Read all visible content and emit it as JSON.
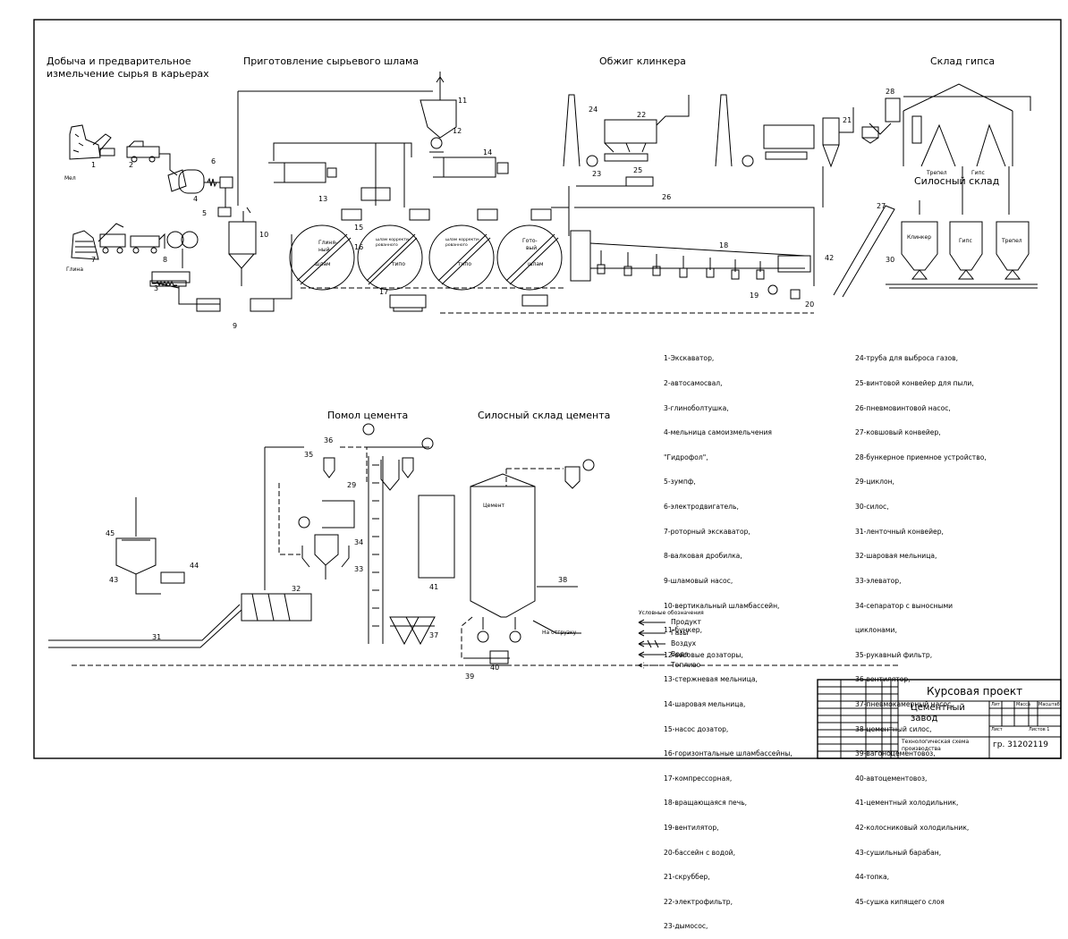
{
  "section_titles": {
    "mining_line1": "Добыча и предварительное",
    "mining_line2": "измельчение сырья в карьерах",
    "slurry_prep": "Приготовление сырьевого шлама",
    "clinker_firing": "Обжиг клинкера",
    "gypsum_store": "Склад гипса",
    "silo_store": "Силосный склад",
    "cement_grinding": "Помол цемента",
    "cement_silo_store": "Силосный склад цемента"
  },
  "small_labels": {
    "chalk": "Мел",
    "clay": "Глина",
    "clay_slurry_1": "Глиня-",
    "clay_slurry_2": "ный",
    "clay_slurry_3": "шлам",
    "basin2": "шлам корректи-рованного",
    "basin3": "шлам корректи-рованного",
    "tipo": "типо",
    "ready_1": "Гото-",
    "ready_2": "вый",
    "ready_3": "шлам",
    "tripoli": "Трепел",
    "gypsum": "Гипс",
    "clinker_silo": "Клинкер",
    "gypsum_silo": "Гипс",
    "tripoli_silo": "Трепел",
    "cement_silo": "Цемент",
    "to_shipping": "На отгрузку"
  },
  "legend_items": [
    "1-Экскаватор,",
    "2-автосамосвал,",
    "3-глиноболтушка,",
    "4-мельница самоизмельчения",
    "\"Гидрофол\",",
    "5-зумпф,",
    "6-электродвигатель,",
    "7-роторный экскаватор,",
    "8-валковая дробилка,",
    "9-шламовый насос,",
    "10-вертикальный шламбассейн,",
    "11-бункер,",
    "12-весовые дозаторы,",
    "13-стержневая мельница,",
    "14-шаровая мельница,",
    "15-насос дозатор,",
    "16-горизонтальные шламбассейны,",
    "17-компрессорная,",
    "18-вращающаяся печь,",
    "19-вентилятор,",
    "20-бассейн с водой,",
    "21-скруббер,",
    "22-электрофильтр,",
    "23-дымосос,",
    "24-труба для выброса газов,",
    "25-винтовой конвейер для пыли,",
    "26-пневмовинтовой насос,",
    "27-ковшовый конвейер,",
    "28-бункерное приемное устройство,",
    "29-циклон,",
    "30-силос,",
    "31-ленточный конвейер,",
    "32-шаровая мельница,",
    "33-элеватор,",
    "34-сепаратор с выносными",
    "циклонами,",
    "35-рукавный фильтр,",
    "36-вентилятор,",
    "37-пневмокамерный насос,",
    "38-цементный силос,",
    "39-вагоноцементовоз,",
    "40-автоцементовоз,",
    "41-цементный холодильник,",
    "42-колосниковый холодильник,",
    "43-сушильный барабан,",
    "44-топка,",
    "45-сушка кипящего слоя"
  ],
  "flow_legend": {
    "title": "Условные обозначения",
    "items": [
      "Продукт",
      "Газы",
      "Воздух",
      "Вода",
      "Топливо"
    ]
  },
  "title_block": {
    "project": "Курсовая проект",
    "subject_line1": "Цементный",
    "subject_line2": "завод",
    "drawing": "Технологическая схема производства",
    "group": "гр. 31202119",
    "cell_lit": "Лит",
    "cell_mass": "Масса",
    "cell_scale": "Масштаб",
    "cell_sheet": "Лист",
    "cell_sheets": "Листов 1"
  },
  "equipment_numbers": [
    "1",
    "2",
    "3",
    "4",
    "5",
    "6",
    "7",
    "8",
    "9",
    "10",
    "11",
    "12",
    "13",
    "14",
    "15",
    "16",
    "17",
    "18",
    "19",
    "20",
    "21",
    "22",
    "23",
    "24",
    "25",
    "26",
    "27",
    "28",
    "29",
    "30",
    "31",
    "32",
    "33",
    "34",
    "35",
    "36",
    "37",
    "38",
    "39",
    "40",
    "41",
    "42",
    "43",
    "44",
    "45"
  ]
}
